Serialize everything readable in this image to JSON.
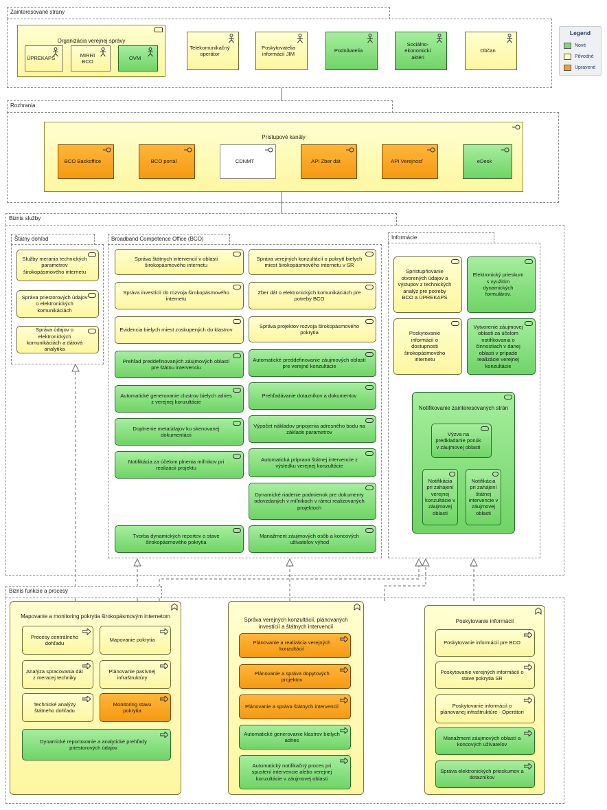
{
  "legend": {
    "title": "Legend",
    "items": [
      {
        "label": "Nové",
        "color": "#7ed97a"
      },
      {
        "label": "Pôvodné",
        "color": "#fffbc0"
      },
      {
        "label": "Upravené",
        "color": "#f7a21c"
      }
    ]
  },
  "stakeholders": {
    "group_label": "Zainteresované strany",
    "org_title": "Organizácia verejnej správy",
    "org_members": [
      "ÚPREKAPS",
      "MIRRI BCO",
      "OVM"
    ],
    "actors": [
      "Telekomunikačný operátor",
      "Poskytovatelia informácií JIM",
      "Podnikatelia",
      "Sociálno-ekonomickí aktéri",
      "Občan"
    ]
  },
  "interfaces": {
    "group_label": "Rozhrania",
    "title": "Prístupové kanály",
    "items": [
      "BCO Backoffice",
      "BCO portál",
      "CDNMT",
      "API Zber dát",
      "API Verejnosť",
      "eDesk"
    ]
  },
  "services": {
    "group_label": "Biznis služby",
    "dohlad": {
      "label": "Štátny dohľad",
      "items": [
        "Služby merania technických parametrov širokopásmového internetu",
        "Správa priestorových údajov o elektronických komunikáciách",
        "Správa údajov o elektronických komunikáciách a dátová analytika"
      ]
    },
    "bco": {
      "label": "Broadband Competence Office (BCO)",
      "left": [
        "Správa štátnych intervencií v oblasti širokopásmového internetu",
        "Správa investícií do rozvoja širokopásmového internetu",
        "Evidencia bielych miest zoskupených do klastrov",
        "Prehľad preddefinovaných záujmových oblastí pre štátnu intervenciu",
        "Automatické generovanie clustrov bielych adries z verejnej konzultácie",
        "Doplnenie metaúdajov ku skenovanej dokumentácii",
        "Notifikácia za účelom plnenia míľnikov pri realizácii projektu",
        "Tvorba dynamických reportov o stave širokopásmového pokrytia"
      ],
      "right": [
        "Správa verejných konzultácií o pokrytí bielych miest širokopásmového internetu v SR",
        "Zber dát o elektronických komunikáciách pre potreby BCO",
        "Správa projektov rozvoja širokopásmového pokrytia",
        "Automatické preddefinovanie záujmových oblastí pre verejné konzultácie",
        "Prehľadávanie dotazníkov a dokumentov",
        "Výpočet nákladov pripojenia adresného bodu na základe parametrov",
        "Automatická príprava štátnej intervencie z výsledku verejnej konzultácie",
        "Dynamické riadenie podmienok pre dokumenty odovzdaných v míľnikoch v rámci realizovaných projektoch",
        "Manažment záujmových osôb a koncových užívateľov výhod"
      ]
    },
    "info": {
      "label": "Informácie",
      "items": [
        "Sprístupňovanie otvorených údajov a výstupov z technických analýz pre potreby BCO a ÚPREKAPS",
        "Elektronický prieskum s využitím dynamických formulárov.",
        "Poskytovanie informácií o dostupnosti širokopásmového internetu",
        "Vytvorenie záujmovej oblasti za účelom notifikovania o činnostiach v danej oblasti v prípade realizácie verejnej konzultácie"
      ],
      "notif_title": "Notifikovanie zainteresovaných strán",
      "notif_top": "Výzva na predkladanie ponúk v záujmovej oblasti",
      "notif_left": "Notifikácia pri zahájení verejnej konzultácie v záujmovej oblasti",
      "notif_right": "Notifikácia pri zahájení štátnej intervencie v záujmovej oblasti"
    }
  },
  "processes": {
    "group_label": "Biznis funkcie a procesy",
    "mapovanie": {
      "title": "Mapovanie a monitoring pokrytia širokopásmovým internetom",
      "items": [
        "Procesy centrálneho dohľadu",
        "Mapovanie pokrytia",
        "Analýza spracovania dát z meracej techniky",
        "Plánovanie pasívnej infraštruktúry",
        "Technické analýzy štátneho dohľadu",
        "Monitoring stavu pokrytia",
        "Dynamické reportovanie a analytické prehľady priestorových údajov"
      ]
    },
    "sprava": {
      "title": "Správa verejných konzultácií, plánovaných investícií a štátnych intervencií",
      "items": [
        "Plánovanie a realizácia verejných konzultácií",
        "Plánovanie a správa dopytových projektov",
        "Plánovanie a správa štátnych intervencií",
        "Automatické generovanie klastrov bielych adries",
        "Automatický notifikačný proces pri spustení intervencie alebo verejnej konzultácie v záujmovej oblasti"
      ]
    },
    "poskytovanie": {
      "title": "Poskytovanie informácií",
      "items": [
        "Poskytovanie informácií pre BCO",
        "Poskytovanie verejných informácií o stave pokrytia SR",
        "Poskytovanie informácií o plánovanej infraštruktúre - Operátori",
        "Manažment záujmových oblastí a koncových užívateľov",
        "Správa elektronických prieskumov a dotazníkov"
      ]
    }
  }
}
